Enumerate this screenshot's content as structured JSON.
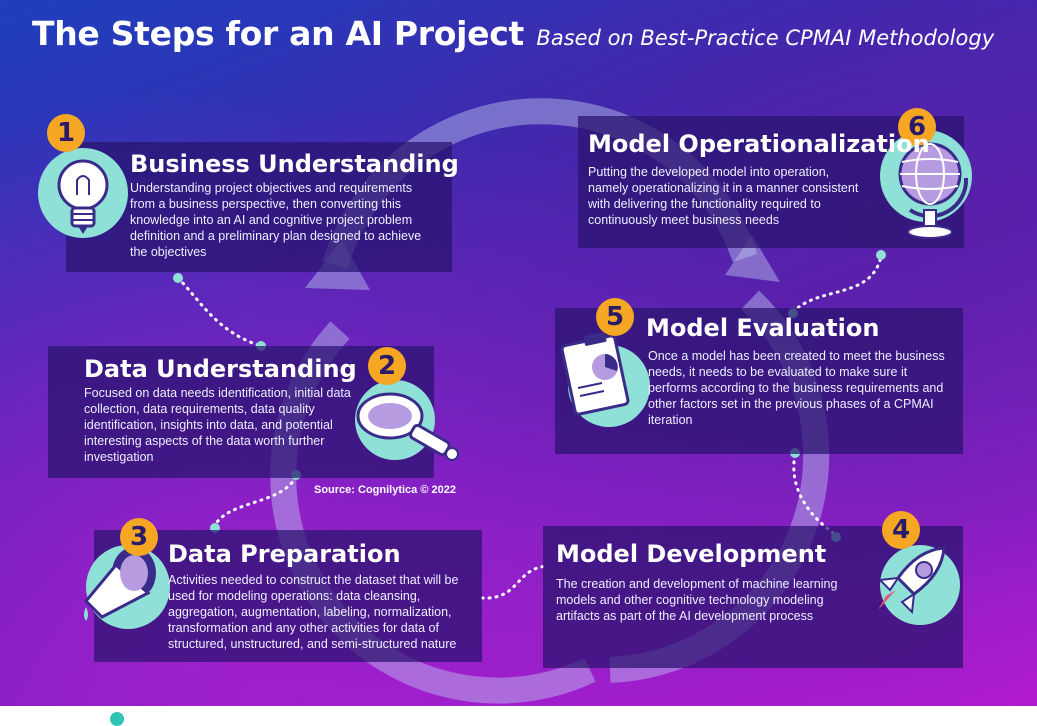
{
  "header": {
    "title": "The Steps for an AI Project",
    "subtitle": "Based on Best-Practice CPMAI Methodology"
  },
  "source": "Source: Cognilytica © 2022",
  "colors": {
    "badge": "#f5a623",
    "icon_bg": "#8fe0d6",
    "card": "#28146e"
  },
  "steps": [
    {
      "number": "1",
      "title": "Business Understanding",
      "icon": "lightbulb-icon",
      "description": "Understanding project objectives and requirements from a business perspective, then converting this knowledge into an AI and cognitive project problem definition and a preliminary plan designed to achieve the objectives"
    },
    {
      "number": "2",
      "title": "Data Understanding",
      "icon": "magnifying-glass-icon",
      "description": "Focused on data needs identification, initial data collection, data requirements, data quality identification, insights into data, and potential interesting aspects of the data worth further investigation"
    },
    {
      "number": "3",
      "title": "Data Preparation",
      "icon": "funnel-icon",
      "description": "Activities needed to construct the dataset that will be used for modeling operations: data cleansing, aggregation, augmentation, labeling, normalization, transformation and any other activities for data of structured, unstructured, and semi-structured nature"
    },
    {
      "number": "4",
      "title": "Model Development",
      "icon": "rocket-icon",
      "description": "The creation and development of machine learning models and other cognitive technology modeling artifacts as part of the AI development process"
    },
    {
      "number": "5",
      "title": "Model Evaluation",
      "icon": "clipboard-chart-icon",
      "description": "Once a model has been created to meet the business needs, it needs to be evaluated to make sure it performs according to the business requirements and other factors set in the previous phases of a CPMAI iteration"
    },
    {
      "number": "6",
      "title": "Model Operationalization",
      "icon": "globe-icon",
      "description": "Putting the developed model into operation, namely operationalizing it in a manner consistent with delivering the functionality required to continuously meet business needs"
    }
  ]
}
